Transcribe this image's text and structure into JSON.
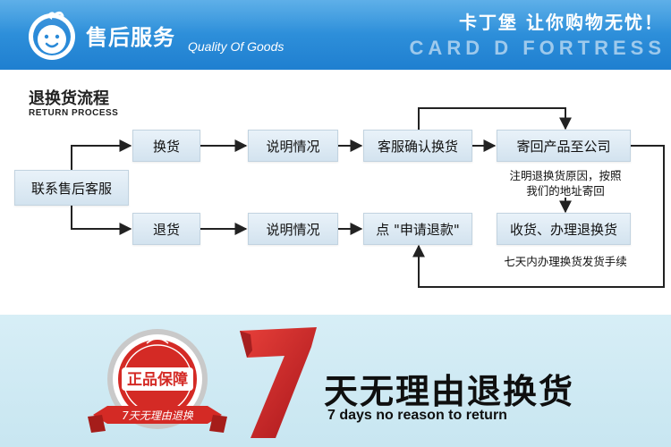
{
  "header": {
    "title": "售后服务",
    "subtitle": "Quality Of Goods",
    "slogan_cn": "卡丁堡 让你购物无忧！",
    "slogan_en": "CARD D FORTRESS",
    "logo_icon": "baby-face-logo-icon",
    "bg_color": "#2a8ad8"
  },
  "process": {
    "title": "退换货流程",
    "subtitle": "RETURN PROCESS",
    "start": "联系售后客服",
    "exchange_row": [
      "换货",
      "说明情况",
      "客服确认换货",
      "寄回产品至公司"
    ],
    "refund_row": [
      "退货",
      "说明情况",
      "点 \"申请退款\"",
      "收货、办理退换货"
    ],
    "note_mail": [
      "注明退换货原因，按照",
      "我们的地址寄回"
    ],
    "note_days": "七天内办理换货发货手续"
  },
  "banner": {
    "seal_text": "正品保障",
    "seal_ribbon": "7天无理由退换",
    "seven": "7",
    "headline_cn": "天无理由退换货",
    "headline_en": "7 days no reason to return",
    "accent_color": "#d42a25",
    "bg_color": "#cfe9f3"
  }
}
